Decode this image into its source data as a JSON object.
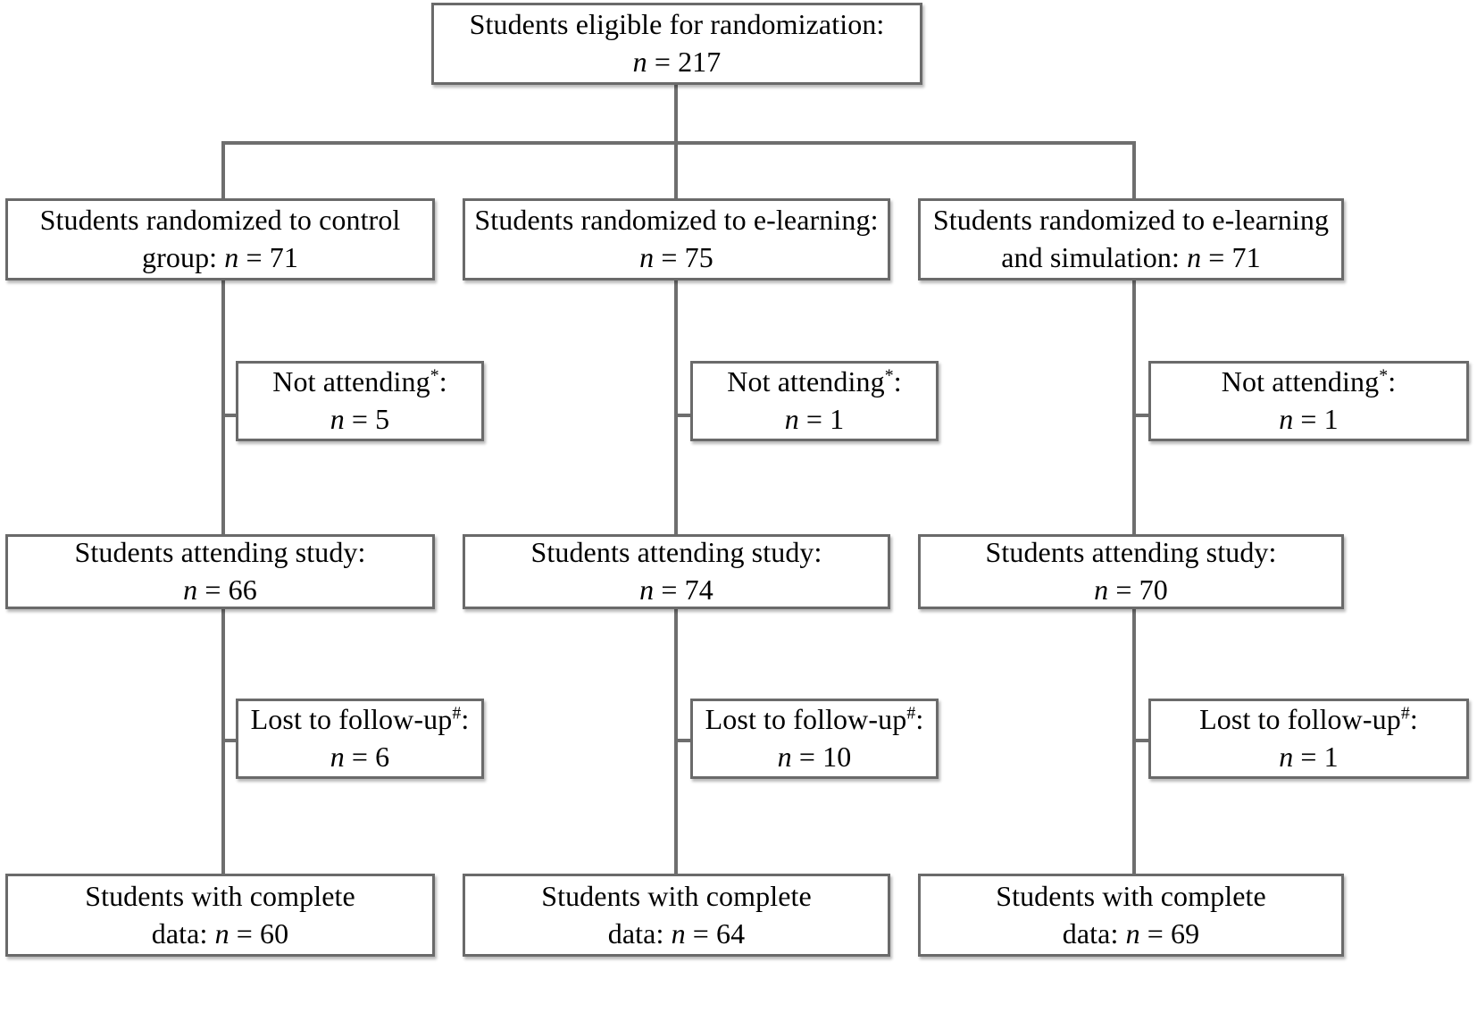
{
  "diagram": {
    "title": "CONSORT participant flow diagram",
    "line_color": "#6e6e6e",
    "box_border_color": "#6a6a6a",
    "background_color": "#ffffff",
    "text_color": "#000000"
  },
  "top": {
    "line1": "Students eligible for randomization:",
    "n_prefix": "n",
    "equals": " = ",
    "n_value": "217"
  },
  "columns": [
    {
      "id": "control",
      "randomized": {
        "line1": "Students randomized to control",
        "line2_prefix": "group: ",
        "n_prefix": "n",
        "equals": " = ",
        "n_value": "71"
      },
      "excluded": {
        "label": "Not attending",
        "marker": "*",
        "colon": ":",
        "n_prefix": "n",
        "equals": " = ",
        "n_value": "5"
      },
      "attending": {
        "line1": "Students attending study:",
        "n_prefix": "n",
        "equals": " = ",
        "n_value": "66"
      },
      "lost": {
        "label": "Lost to follow-up",
        "marker": "#",
        "colon": ":",
        "n_prefix": "n",
        "equals": " = ",
        "n_value": "6"
      },
      "complete": {
        "line1": "Students with complete",
        "line2_prefix": "data: ",
        "n_prefix": "n",
        "equals": " = ",
        "n_value": "60"
      }
    },
    {
      "id": "elearning",
      "randomized": {
        "line1": "Students randomized to e-learning:",
        "line2_prefix": "",
        "n_prefix": "n",
        "equals": " = ",
        "n_value": "75"
      },
      "excluded": {
        "label": "Not attending",
        "marker": "*",
        "colon": ":",
        "n_prefix": "n",
        "equals": " = ",
        "n_value": "1"
      },
      "attending": {
        "line1": "Students attending study:",
        "n_prefix": "n",
        "equals": " = ",
        "n_value": "74"
      },
      "lost": {
        "label": "Lost to follow-up",
        "marker": "#",
        "colon": ":",
        "n_prefix": "n",
        "equals": " = ",
        "n_value": "10"
      },
      "complete": {
        "line1": "Students with complete",
        "line2_prefix": "data: ",
        "n_prefix": "n",
        "equals": " = ",
        "n_value": "64"
      }
    },
    {
      "id": "elearning-simulation",
      "randomized": {
        "line1": "Students randomized to e-learning",
        "line2_prefix": "and simulation: ",
        "n_prefix": "n",
        "equals": " = ",
        "n_value": "71"
      },
      "excluded": {
        "label": "Not attending",
        "marker": "*",
        "colon": ":",
        "n_prefix": "n",
        "equals": " = ",
        "n_value": "1"
      },
      "attending": {
        "line1": "Students attending study:",
        "n_prefix": "n",
        "equals": " = ",
        "n_value": "70"
      },
      "lost": {
        "label": "Lost to follow-up",
        "marker": "#",
        "colon": ":",
        "n_prefix": "n",
        "equals": " = ",
        "n_value": "1"
      },
      "complete": {
        "line1": "Students with complete",
        "line2_prefix": "data: ",
        "n_prefix": "n",
        "equals": " = ",
        "n_value": "69"
      }
    }
  ]
}
